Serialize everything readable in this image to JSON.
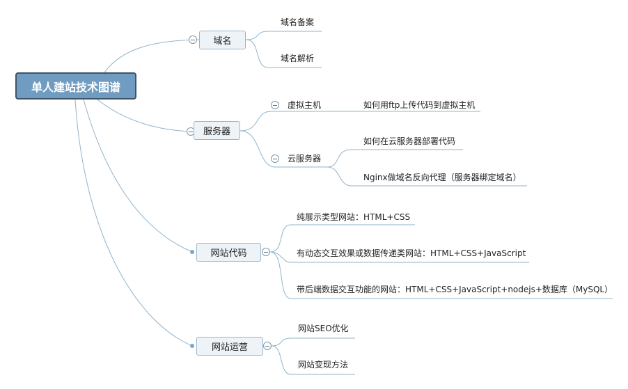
{
  "mindmap": {
    "root": "单人建站技术图谱",
    "branches": [
      {
        "label": "域名",
        "children": [
          "域名备案",
          "域名解析"
        ]
      },
      {
        "label": "服务器",
        "children": [
          {
            "label": "虚拟主机",
            "children": [
              "如何用ftp上传代码到虚拟主机"
            ]
          },
          {
            "label": "云服务器",
            "children": [
              "如何在云服务器部署代码",
              "Nginx做域名反向代理（服务器绑定域名）"
            ]
          }
        ]
      },
      {
        "label": "网站代码",
        "children": [
          "纯展示类型网站：HTML+CSS",
          "有动态交互效果或数据传递类网站：HTML+CSS+JavaScript",
          "带后端数据交互功能的网站：HTML+CSS+JavaScript+nodejs+数据库（MySQL）"
        ]
      },
      {
        "label": "网站运营",
        "children": [
          "网站SEO优化",
          "网站变现方法"
        ]
      }
    ]
  },
  "colors": {
    "line": "#8fb3cb",
    "root_fill": "#6f9cc0",
    "branch_fill": "#eef3f7"
  }
}
